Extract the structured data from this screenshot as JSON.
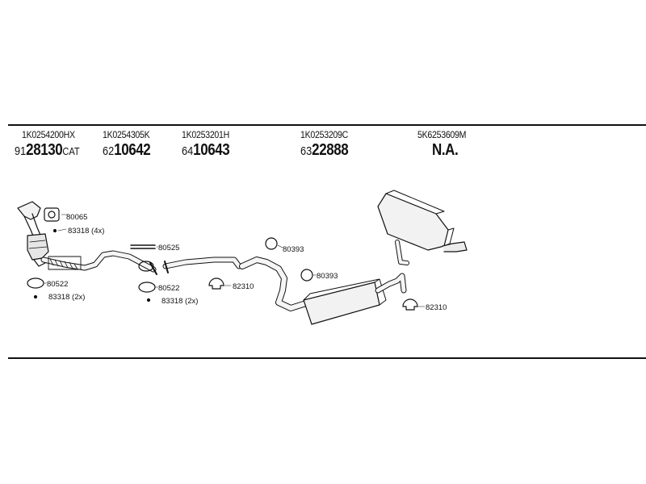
{
  "header_parts": [
    {
      "oem": "1K0254200HX",
      "prefix": "91",
      "number": "28130",
      "suffix": "CAT"
    },
    {
      "oem": "1K0254305K",
      "prefix": "62",
      "number": "10642",
      "suffix": ""
    },
    {
      "oem": "1K0253201H",
      "prefix": "64",
      "number": "10643",
      "suffix": ""
    },
    {
      "oem": "1K0253209C",
      "prefix": "63",
      "number": "22888",
      "suffix": ""
    },
    {
      "oem": "5K6253609M",
      "prefix": "",
      "number": "N.A.",
      "suffix": ""
    }
  ],
  "callouts": {
    "c1": "80065",
    "c2": "83318 (4x)",
    "c3": "80525",
    "c4": "80522",
    "c5": "83318 (2x)",
    "c6": "80522",
    "c7": "83318 (2x)",
    "c8": "82310",
    "c9": "80393",
    "c10": "80393",
    "c11": "82310"
  },
  "colors": {
    "ink": "#111111",
    "pipe_fill": "#f2f2f2",
    "background": "#ffffff"
  }
}
